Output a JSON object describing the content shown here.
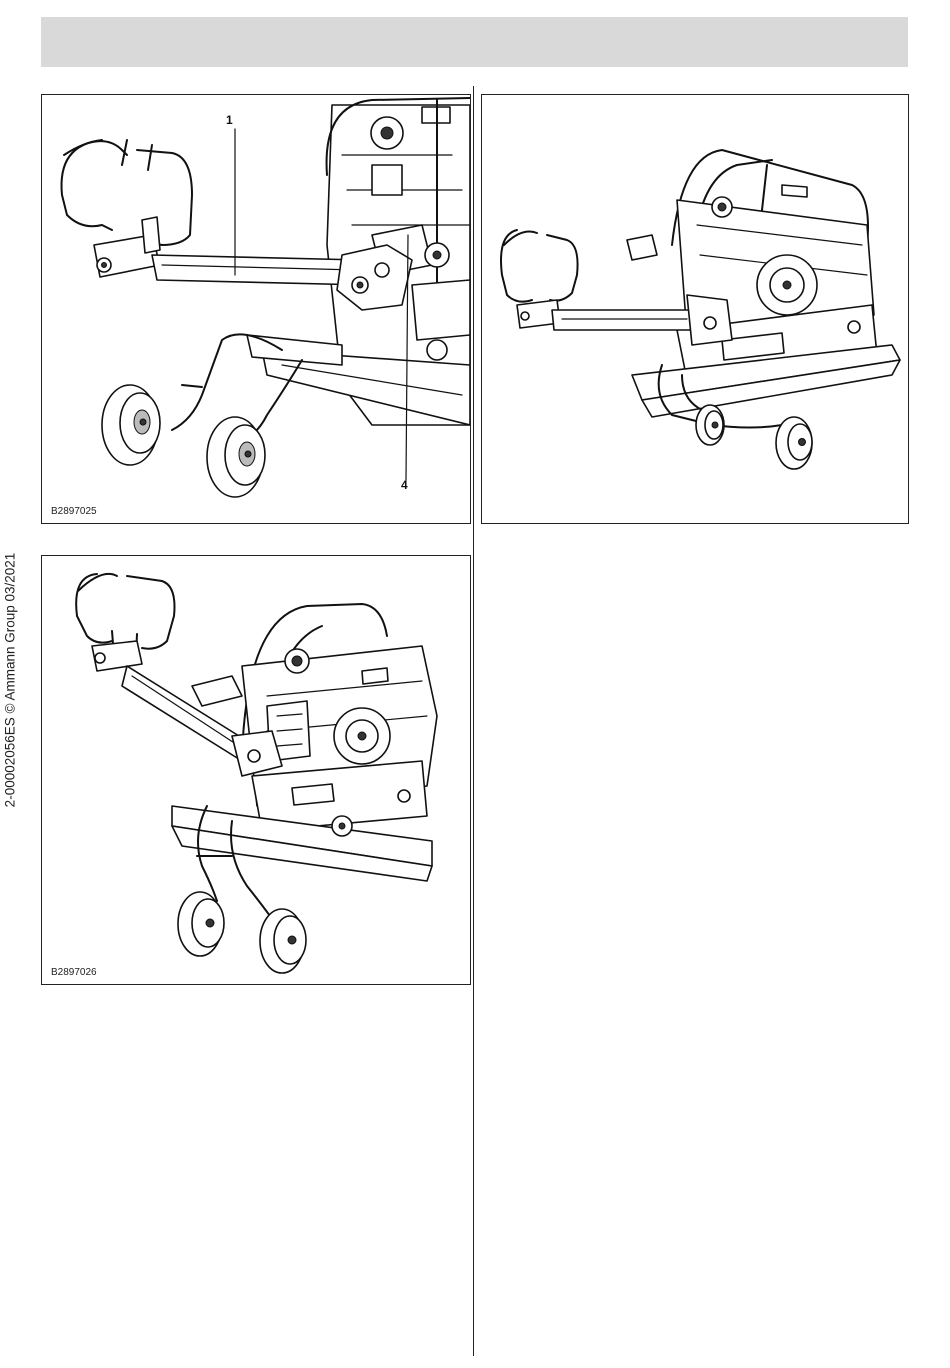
{
  "document": {
    "side_note": "2-00002056ES © Ammann Group   03/2021"
  },
  "figures": [
    {
      "code": "B2897025",
      "callouts": [
        "1",
        "4"
      ]
    },
    {
      "code": "B2897026"
    },
    {
      "code": ""
    }
  ]
}
